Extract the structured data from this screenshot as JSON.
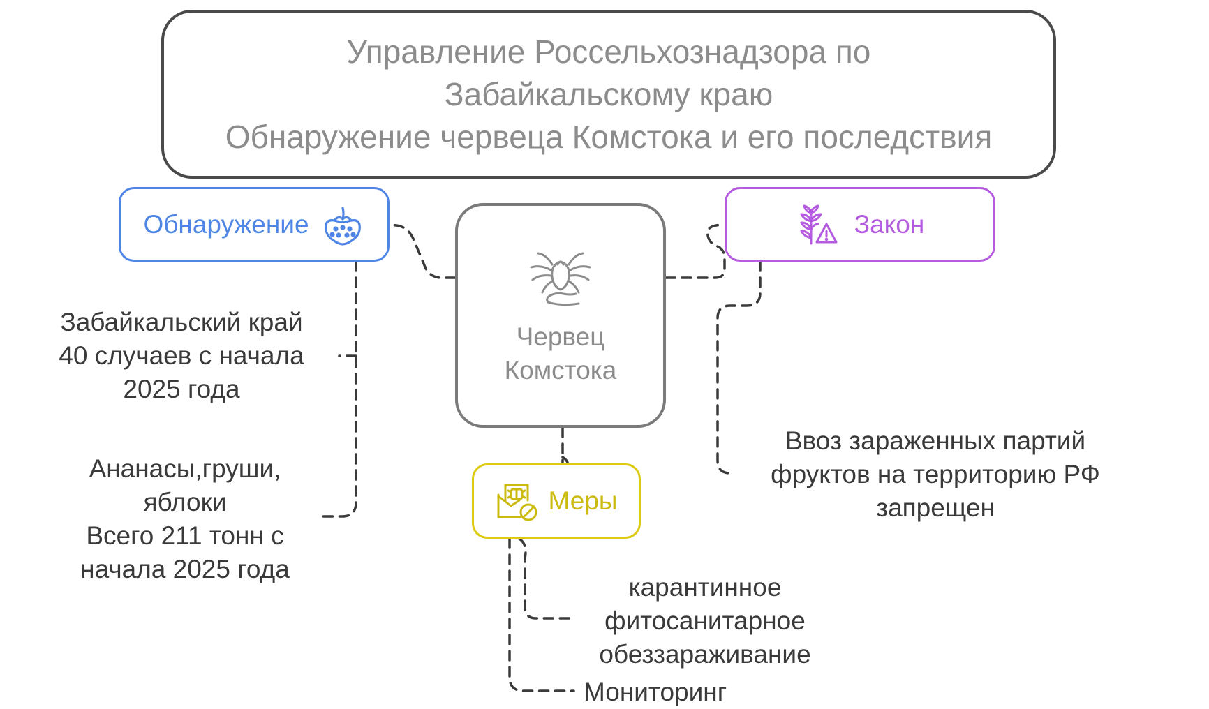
{
  "title": {
    "lines": [
      "Управление Россельхознадзора по",
      "Забайкальскому краю",
      "Обнаружение червеца Комстока и его последствия"
    ]
  },
  "center": {
    "lines": [
      "Червец",
      "Комстока"
    ],
    "icon": "insect-on-hand-icon"
  },
  "detection": {
    "label": "Обнаружение",
    "icon": "strawberry-icon",
    "color": "#4f86e6",
    "notes": [
      {
        "lines": [
          "Забайкальский край",
          "40 случаев с  начала",
          "2025 года"
        ]
      },
      {
        "lines": [
          "Ананасы,груши,",
          "яблоки",
          "Всего 211 тонн с",
          "начала 2025 года"
        ]
      }
    ]
  },
  "law": {
    "label": "Закон",
    "icon": "wheat-warning-icon",
    "color": "#b45be0",
    "notes": [
      {
        "lines": [
          "Ввоз зараженных партий",
          "фруктов на территорию РФ",
          "запрещен"
        ]
      }
    ]
  },
  "measures": {
    "label": "Меры",
    "icon": "no-bug-envelope-icon",
    "color": "#dccb12",
    "notes": [
      {
        "lines": [
          "карантинное",
          "фитосанитарное",
          "обеззараживание"
        ]
      },
      {
        "lines": [
          "Мониторинг"
        ]
      }
    ]
  }
}
